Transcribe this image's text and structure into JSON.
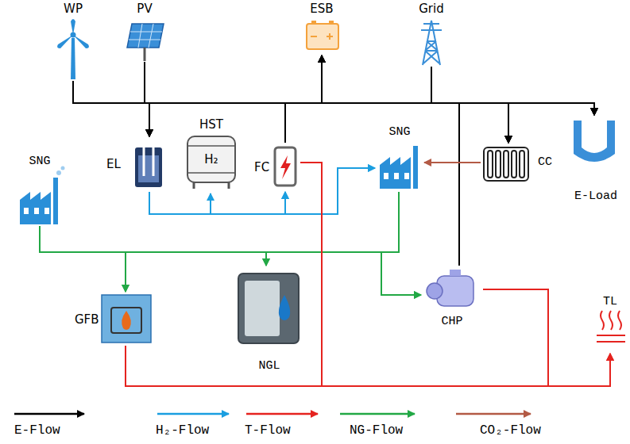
{
  "diagram": {
    "nodes": [
      {
        "text": [
          "WP"
        ]
      },
      {
        "text": [
          "PV"
        ]
      },
      {
        "text": [
          "ESB"
        ]
      },
      {
        "text": [
          "Grid"
        ]
      },
      {
        "text": [
          "SNG"
        ]
      },
      {
        "text": [
          "EL"
        ]
      },
      {
        "text": [
          "HST",
          "H₂"
        ]
      },
      {
        "text": [
          "FC"
        ]
      },
      {
        "text": [
          "SNG"
        ]
      },
      {
        "text": [
          "CC"
        ]
      },
      {
        "text": [
          "E-Load"
        ]
      },
      {
        "text": [
          "GFB"
        ]
      },
      {
        "text": [
          "NGL"
        ]
      },
      {
        "text": [
          "CHP"
        ]
      },
      {
        "text": [
          "TL"
        ]
      }
    ],
    "edges": [
      {
        "from": 0,
        "to": 5,
        "arrow": "to"
      },
      {
        "from": 0,
        "to": 9,
        "arrow": "to"
      },
      {
        "from": 0,
        "to": 10,
        "arrow": "to"
      },
      {
        "from": 1,
        "to": 5,
        "arrow": "to"
      },
      {
        "from": 1,
        "to": 9,
        "arrow": "to"
      },
      {
        "from": 1,
        "to": 10,
        "arrow": "to"
      },
      {
        "from": 7,
        "to": 5,
        "arrow": "to"
      },
      {
        "from": 7,
        "to": 9,
        "arrow": "to"
      },
      {
        "from": 7,
        "to": 10,
        "arrow": "to"
      },
      {
        "from": 3,
        "to": 5,
        "arrow": "to"
      },
      {
        "from": 3,
        "to": 9,
        "arrow": "to"
      },
      {
        "from": 3,
        "to": 10,
        "arrow": "to"
      },
      {
        "from": 13,
        "to": 5,
        "arrow": "to"
      },
      {
        "from": 13,
        "to": 9,
        "arrow": "to"
      },
      {
        "from": 13,
        "to": 10,
        "arrow": "to"
      },
      {
        "from": 0,
        "to": 2,
        "arrow": "to"
      },
      {
        "from": 1,
        "to": 2,
        "arrow": "to"
      },
      {
        "from": 7,
        "to": 2,
        "arrow": "to"
      },
      {
        "from": 3,
        "to": 2,
        "arrow": "to"
      },
      {
        "from": 13,
        "to": 2,
        "arrow": "to"
      },
      {
        "from": 2,
        "to": 5,
        "arrow": "to"
      },
      {
        "from": 2,
        "to": 9,
        "arrow": "to"
      },
      {
        "from": 2,
        "to": 10,
        "arrow": "to"
      },
      {
        "from": 5,
        "to": 6,
        "arrow": "to"
      },
      {
        "from": 5,
        "to": 7,
        "arrow": "to"
      },
      {
        "from": 6,
        "to": 7,
        "arrow": "to"
      },
      {
        "from": 5,
        "to": 8,
        "arrow": "to"
      },
      {
        "from": 6,
        "to": 8,
        "arrow": "to"
      },
      {
        "from": 9,
        "to": 8,
        "arrow": "to"
      },
      {
        "from": 4,
        "to": 11,
        "arrow": "to"
      },
      {
        "from": 4,
        "to": 12,
        "arrow": "to"
      },
      {
        "from": 4,
        "to": 13,
        "arrow": "to"
      },
      {
        "from": 8,
        "to": 11,
        "arrow": "to"
      },
      {
        "from": 8,
        "to": 12,
        "arrow": "to"
      },
      {
        "from": 8,
        "to": 13,
        "arrow": "to"
      },
      {
        "from": 7,
        "to": 14,
        "arrow": "to"
      },
      {
        "from": 11,
        "to": 14,
        "arrow": "to"
      },
      {
        "from": 13,
        "to": 14,
        "arrow": "to"
      }
    ],
    "legend": [
      {
        "text": "E-Flow"
      },
      {
        "text": "H₂-Flow"
      },
      {
        "text": "T-Flow"
      },
      {
        "text": "NG-Flow"
      },
      {
        "text": "CO₂-Flow"
      }
    ]
  }
}
